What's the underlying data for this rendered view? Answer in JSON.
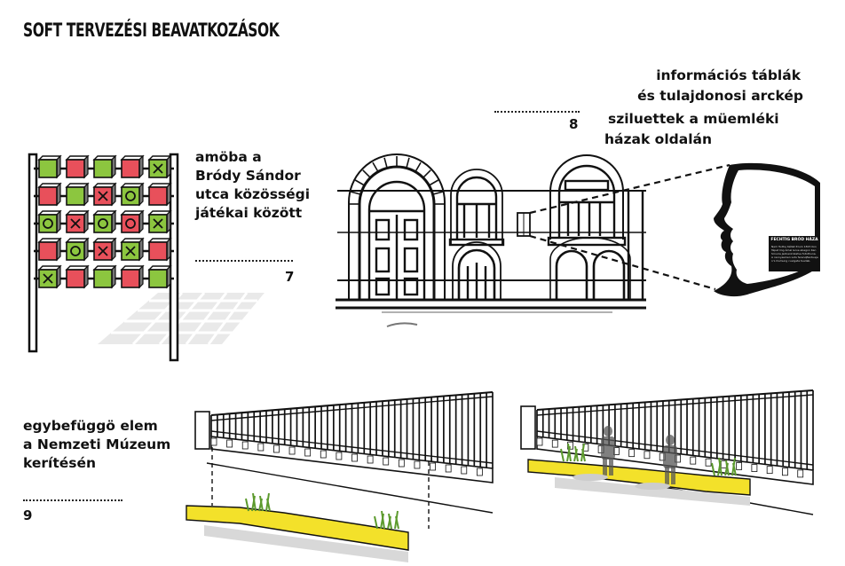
{
  "title": "SOFT TERVEZÉSI BEAVATKOZÁSOK",
  "item7": {
    "caption": "amöba a\nBródy Sándor\nutca közösségi\njátékai között",
    "number": "7"
  },
  "item8": {
    "caption_line1": "információs táblák",
    "caption_line2": "és tulajdonosi arckép",
    "caption_line3": "sziluettek a müemléki",
    "caption_line4": "házak oldalán",
    "number": "8",
    "plaque_title": "FECHTIG BRÓD HÁZA",
    "plaque_text": "Nem Tudtuj Kétlet Itrum 1815 Kon Tépet ling Amal lerve abagon Kan Srnuira Jednenknkatva fotothuna. A raonyasmen Lots ferenqflentuaja n'L Dumung cuvigeta tsudab."
  },
  "item9": {
    "caption": "egybefüggö elem\na Nemzeti Múzeum\nkerítésén",
    "number": "9"
  },
  "colors": {
    "green": "#8cc63f",
    "red": "#e8505b",
    "yellow": "#f3e12a",
    "ink": "#111111",
    "shadow": "#d8d8d8"
  }
}
